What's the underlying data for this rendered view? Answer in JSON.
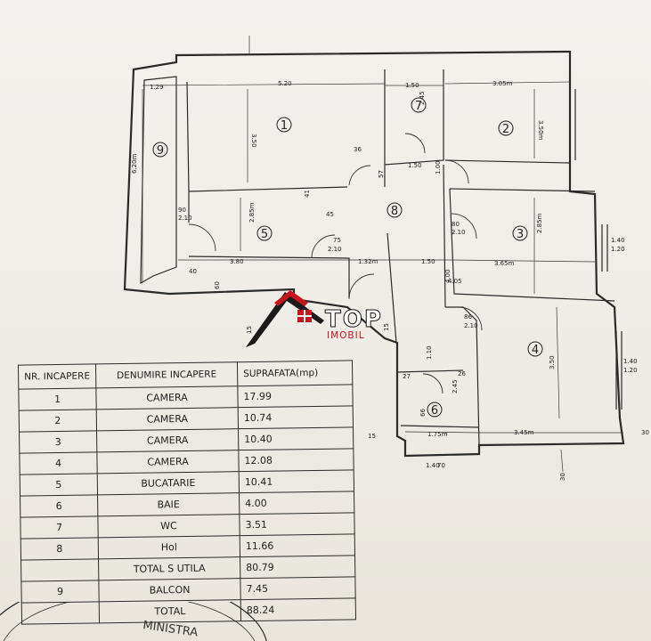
{
  "plan": {
    "room_numbers": [
      "1",
      "2",
      "3",
      "4",
      "5",
      "6",
      "7",
      "8",
      "9"
    ],
    "dimensions": [
      "1.29",
      "5.20",
      "1.50",
      "3.05m",
      "3.50",
      "3.50m",
      "2.45",
      "1.50",
      "6.20m",
      "2.85m",
      "2.85m",
      "3.80",
      "1.32m",
      "1.50",
      "3.65m",
      "3.50",
      "3.45m",
      "1.75m",
      "1.40",
      "1.20",
      "1.40",
      "1.20",
      "90",
      "2.10",
      "75",
      "2.10",
      "80",
      "2.10",
      "86",
      "2.10",
      "36",
      "57",
      "45",
      "41",
      "40",
      "60",
      "27",
      "26",
      "2.45",
      "66",
      "1.00",
      "15",
      "15",
      "30",
      "30",
      "15",
      "1.10",
      "4.00",
      "1.40",
      "70",
      "4.05"
    ]
  },
  "logo": {
    "name": "TOP",
    "tagline": "IMOBIL"
  },
  "table": {
    "headers": [
      "NR. INCAPERE",
      "DENUMIRE INCAPERE",
      "SUPRAFATA(mp)"
    ],
    "rows": [
      {
        "nr": "1",
        "name": "CAMERA",
        "area": "17.99"
      },
      {
        "nr": "2",
        "name": "CAMERA",
        "area": "10.74"
      },
      {
        "nr": "3",
        "name": "CAMERA",
        "area": "10.40"
      },
      {
        "nr": "4",
        "name": "CAMERA",
        "area": "12.08"
      },
      {
        "nr": "5",
        "name": "BUCATARIE",
        "area": "10.41"
      },
      {
        "nr": "6",
        "name": "BAIE",
        "area": "4.00"
      },
      {
        "nr": "7",
        "name": "WC",
        "area": "3.51"
      },
      {
        "nr": "8",
        "name": "Hol",
        "area": "11.66"
      },
      {
        "nr": "",
        "name": "TOTAL S UTILA",
        "area": "80.79"
      },
      {
        "nr": "9",
        "name": "BALCON",
        "area": "7.45"
      },
      {
        "nr": "",
        "name": "TOTAL",
        "area": "88.24"
      }
    ]
  },
  "stamp": {
    "text": "MINISTRA"
  },
  "colors": {
    "ink": "#222222",
    "logo_red": "#c8141c",
    "logo_dark": "#1a1a1a"
  }
}
